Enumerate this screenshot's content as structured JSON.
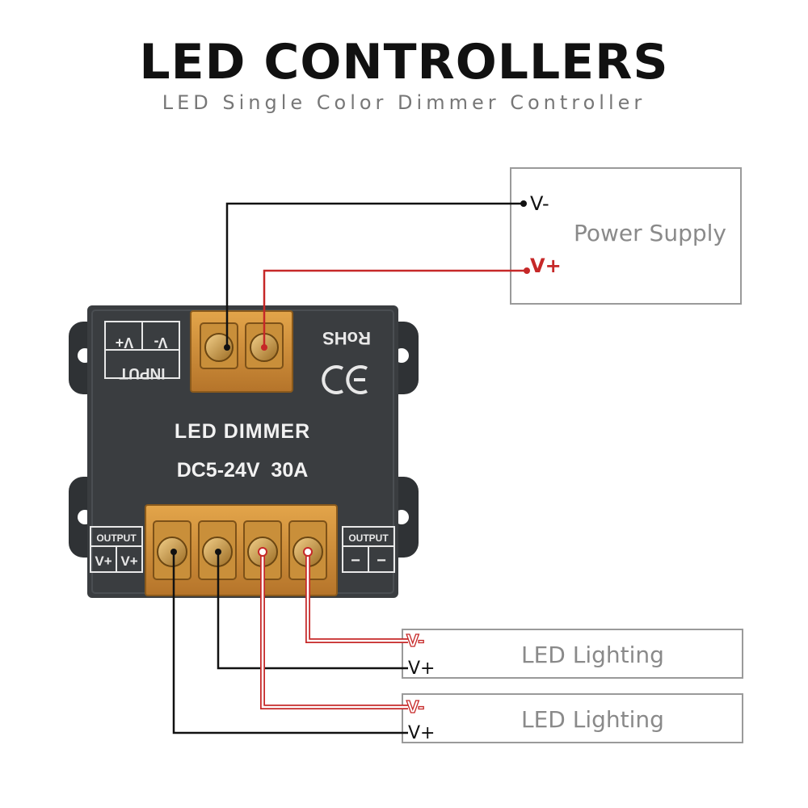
{
  "header": {
    "title": "LED CONTROLLERS",
    "subtitle": "LED Single Color Dimmer Controller"
  },
  "power_supply": {
    "label": "Power Supply",
    "terminal_neg": "V-",
    "terminal_pos": "V+"
  },
  "led_lighting_1": {
    "label": "LED Lighting",
    "terminal_neg": "V-",
    "terminal_pos": "V+"
  },
  "led_lighting_2": {
    "label": "LED Lighting",
    "terminal_neg": "V-",
    "terminal_pos": "V+"
  },
  "device": {
    "name": "LED DIMMER",
    "rating": "DC5-24V  30A",
    "rohs_mark": "RoHS",
    "ce_mark": "CE",
    "input_label": "INPUT",
    "input_pos": "V+",
    "input_neg": "V-",
    "output_label_left": "OUTPUT",
    "output_left_pos": "V+",
    "output_label_right": "OUTPUT",
    "output_right_neg": "−"
  },
  "colors": {
    "wire_black": "#111111",
    "wire_red": "#c62828",
    "housing": "#3a3d40",
    "terminal_block": "#c88a2e"
  }
}
